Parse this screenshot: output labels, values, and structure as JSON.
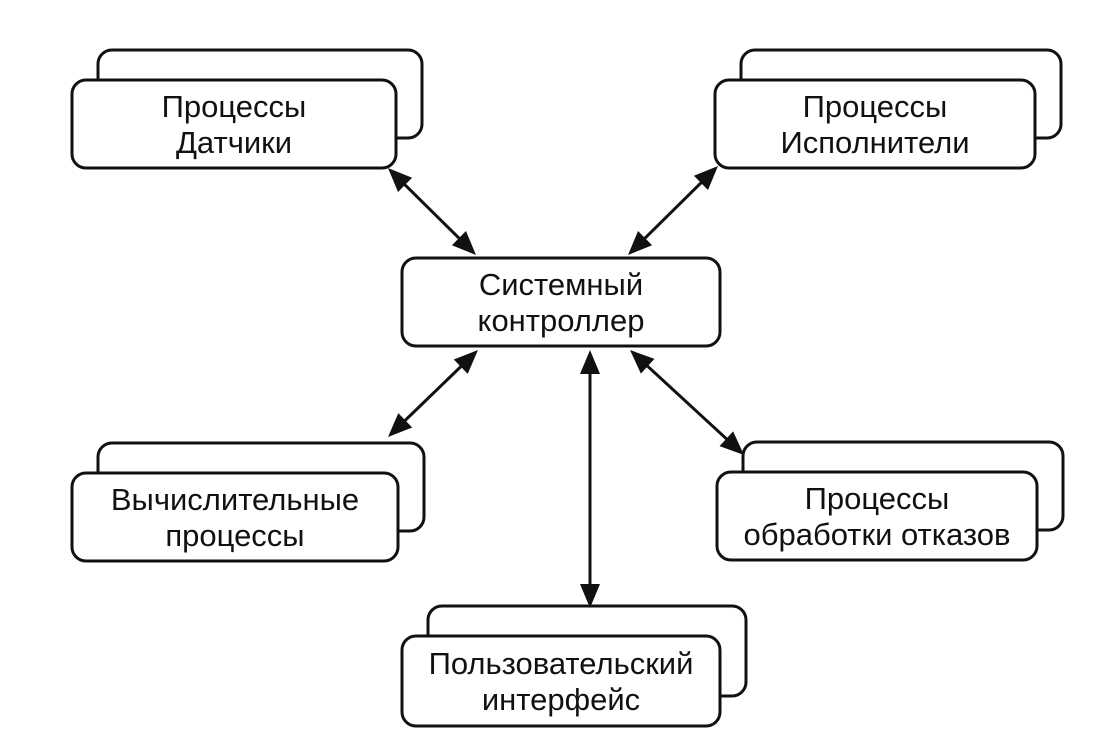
{
  "diagram": {
    "nodes": [
      {
        "id": "sensors",
        "name": "node-sensor-processes",
        "lines": [
          "Процессы",
          "Датчики"
        ],
        "stacked": true
      },
      {
        "id": "actuators",
        "name": "node-actuator-processes",
        "lines": [
          "Процессы",
          "Исполнители"
        ],
        "stacked": true
      },
      {
        "id": "controller",
        "name": "node-system-controller",
        "lines": [
          "Системный",
          "контроллер"
        ],
        "stacked": false
      },
      {
        "id": "compute",
        "name": "node-computational-processes",
        "lines": [
          "Вычислительные",
          "процессы"
        ],
        "stacked": true
      },
      {
        "id": "faults",
        "name": "node-fault-handling-processes",
        "lines": [
          "Процессы",
          "обработки отказов"
        ],
        "stacked": true
      },
      {
        "id": "ui",
        "name": "node-user-interface",
        "lines": [
          "Пользовательский",
          "интерфейс"
        ],
        "stacked": true
      }
    ],
    "edges": [
      {
        "name": "arrow-controller-sensors",
        "from": "controller",
        "to": "sensors",
        "bidirectional": true
      },
      {
        "name": "arrow-controller-actuators",
        "from": "controller",
        "to": "actuators",
        "bidirectional": true
      },
      {
        "name": "arrow-controller-compute",
        "from": "controller",
        "to": "compute",
        "bidirectional": true
      },
      {
        "name": "arrow-controller-ui",
        "from": "controller",
        "to": "ui",
        "bidirectional": true
      },
      {
        "name": "arrow-controller-faults",
        "from": "controller",
        "to": "faults",
        "bidirectional": true
      }
    ],
    "colors": {
      "stroke": "#111111",
      "fill": "#ffffff"
    }
  }
}
